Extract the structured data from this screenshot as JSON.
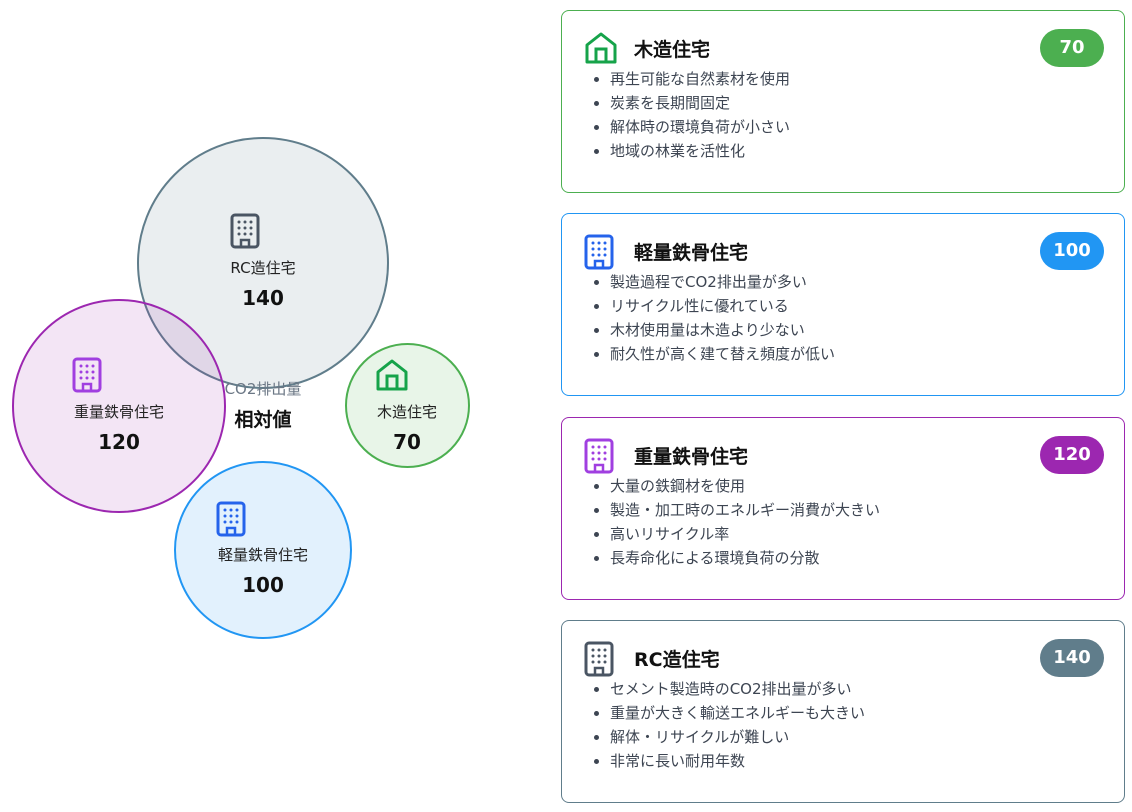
{
  "center": {
    "line1": "CO2排出量",
    "line2": "相対値"
  },
  "bubbles": [
    {
      "name": "RC造住宅",
      "value": "140",
      "icon": "building-icon",
      "color": "#607d8b"
    },
    {
      "name": "重量鉄骨住宅",
      "value": "120",
      "icon": "building-icon",
      "color": "#9c27b0"
    },
    {
      "name": "木造住宅",
      "value": "70",
      "icon": "house-icon",
      "color": "#4caf50"
    },
    {
      "name": "軽量鉄骨住宅",
      "value": "100",
      "icon": "building-icon",
      "color": "#2196f3"
    }
  ],
  "cards": [
    {
      "title": "木造住宅",
      "value": "70",
      "icon": "house-icon",
      "color": "#4caf50",
      "points": [
        "再生可能な自然素材を使用",
        "炭素を長期間固定",
        "解体時の環境負荷が小さい",
        "地域の林業を活性化"
      ]
    },
    {
      "title": "軽量鉄骨住宅",
      "value": "100",
      "icon": "building-icon",
      "color": "#2196f3",
      "points": [
        "製造過程でCO2排出量が多い",
        "リサイクル性に優れている",
        "木材使用量は木造より少ない",
        "耐久性が高く建て替え頻度が低い"
      ]
    },
    {
      "title": "重量鉄骨住宅",
      "value": "120",
      "icon": "building-icon",
      "color": "#9c27b0",
      "points": [
        "大量の鉄鋼材を使用",
        "製造・加工時のエネルギー消費が大きい",
        "高いリサイクル率",
        "長寿命化による環境負荷の分散"
      ]
    },
    {
      "title": "RC造住宅",
      "value": "140",
      "icon": "building-icon",
      "color": "#607d8b",
      "points": [
        "セメント製造時のCO2排出量が多い",
        "重量が大きく輸送エネルギーも大きい",
        "解体・リサイクルが難しい",
        "非常に長い耐用年数"
      ]
    }
  ]
}
